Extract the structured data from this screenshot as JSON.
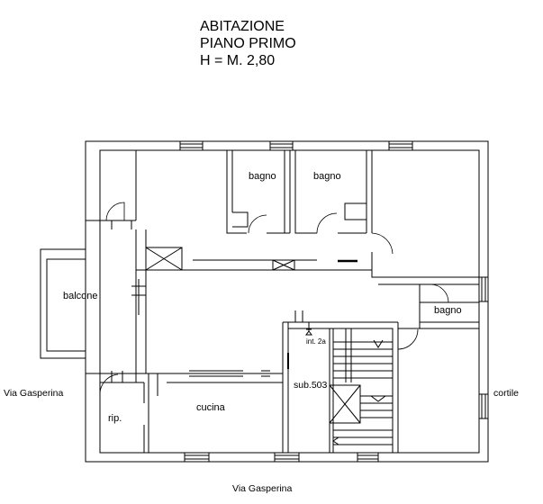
{
  "header": {
    "line1": "ABITAZIONE",
    "line2": "PIANO PRIMO",
    "line3": "H = M. 2,80"
  },
  "rooms": {
    "bagno_1": "bagno",
    "bagno_2": "bagno",
    "bagno_3": "bagno",
    "balcone": "balcone",
    "cucina": "cucina",
    "rip": "rip.",
    "sub": "sub.503",
    "int": "int. 2a"
  },
  "surroundings": {
    "street_left": "Via Gasperina",
    "street_bottom": "Via Gasperina",
    "courtyard": "cortile"
  }
}
